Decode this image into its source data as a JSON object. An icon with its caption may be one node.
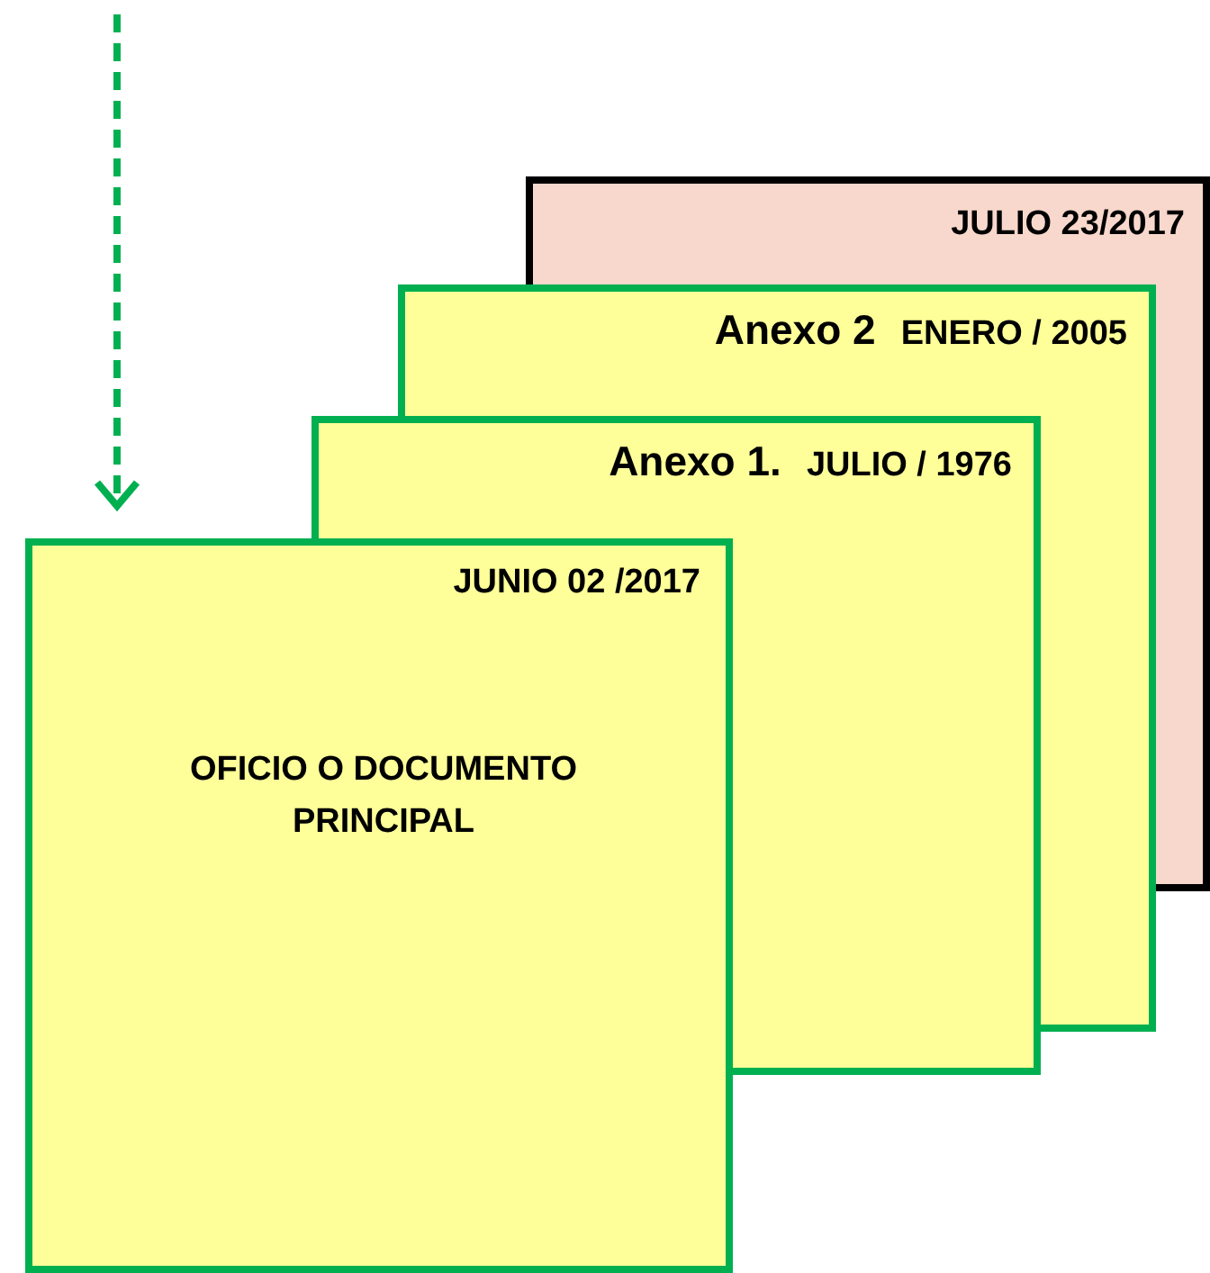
{
  "diagram": {
    "nodes": [
      {
        "text": [
          "JULIO 23/2017"
        ]
      },
      {
        "text": [
          "Anexo 2",
          "ENERO / 2005"
        ]
      },
      {
        "text": [
          "Anexo 1.",
          "JULIO / 1976"
        ]
      },
      {
        "text": [
          "JUNIO 02 /2017",
          "OFICIO O DOCUMENTO PRINCIPAL"
        ]
      }
    ],
    "edges": [
      {
        "from": null,
        "to": 3,
        "arrow": "to",
        "style": "dashed",
        "color": "#00b050"
      }
    ]
  }
}
